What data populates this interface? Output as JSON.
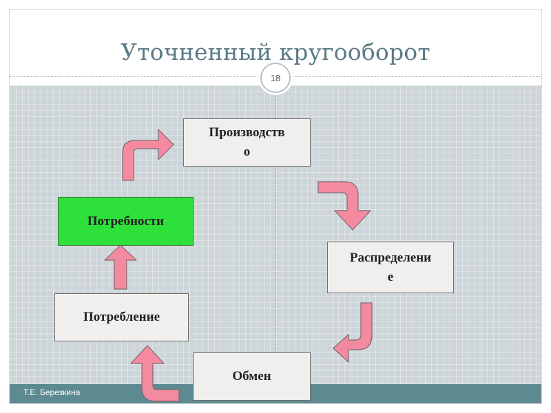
{
  "slide": {
    "title": "Уточненный кругооборот",
    "page_number": "18",
    "footer": "Т.Е. Березкина"
  },
  "diagram": {
    "nodes": [
      {
        "id": "production",
        "label": "Производств\nо"
      },
      {
        "id": "distribution",
        "label": "Распределени\nе"
      },
      {
        "id": "exchange",
        "label": "Обмен"
      },
      {
        "id": "consumption",
        "label": "Потребление"
      },
      {
        "id": "needs",
        "label": "Потребности"
      }
    ],
    "edges": [
      {
        "from": "needs",
        "to": "production"
      },
      {
        "from": "production",
        "to": "distribution"
      },
      {
        "from": "distribution",
        "to": "exchange"
      },
      {
        "from": "exchange",
        "to": "consumption"
      },
      {
        "from": "consumption",
        "to": "needs"
      }
    ],
    "colors": {
      "box_fill": "#f0efed",
      "needs_fill": "#2ee03a",
      "arrow_fill": "#f48aa0",
      "arrow_stroke": "#7a6a6e",
      "background": "#cdd5d8",
      "footer_bar": "#5d8a90",
      "title_text": "#5b7b86"
    }
  }
}
